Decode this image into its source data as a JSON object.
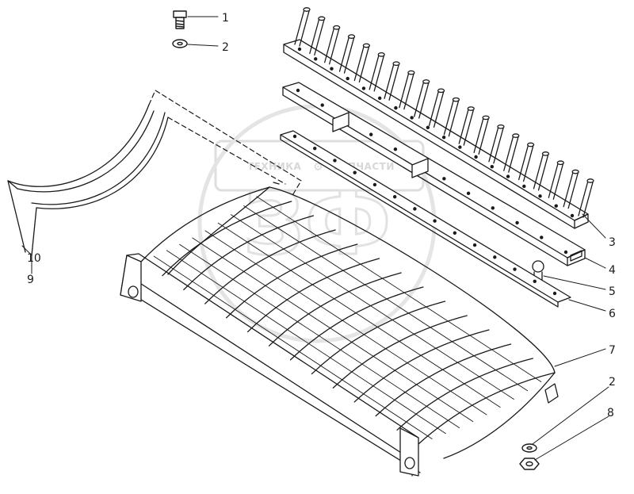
{
  "watermark": {
    "brand_left": "ТЕХНИКА",
    "brand_right": "ЗАПЧАСТИ",
    "logo_letters": "ЗФ"
  },
  "callouts": [
    {
      "id": "c1",
      "text": "1"
    },
    {
      "id": "c2a",
      "text": "2"
    },
    {
      "id": "c3",
      "text": "3"
    },
    {
      "id": "c4",
      "text": "4"
    },
    {
      "id": "c5",
      "text": "5"
    },
    {
      "id": "c6",
      "text": "6"
    },
    {
      "id": "c7",
      "text": "7"
    },
    {
      "id": "c2b",
      "text": "2"
    },
    {
      "id": "c8",
      "text": "8"
    },
    {
      "id": "c10",
      "text": "10"
    },
    {
      "id": "c9",
      "text": "9"
    }
  ]
}
